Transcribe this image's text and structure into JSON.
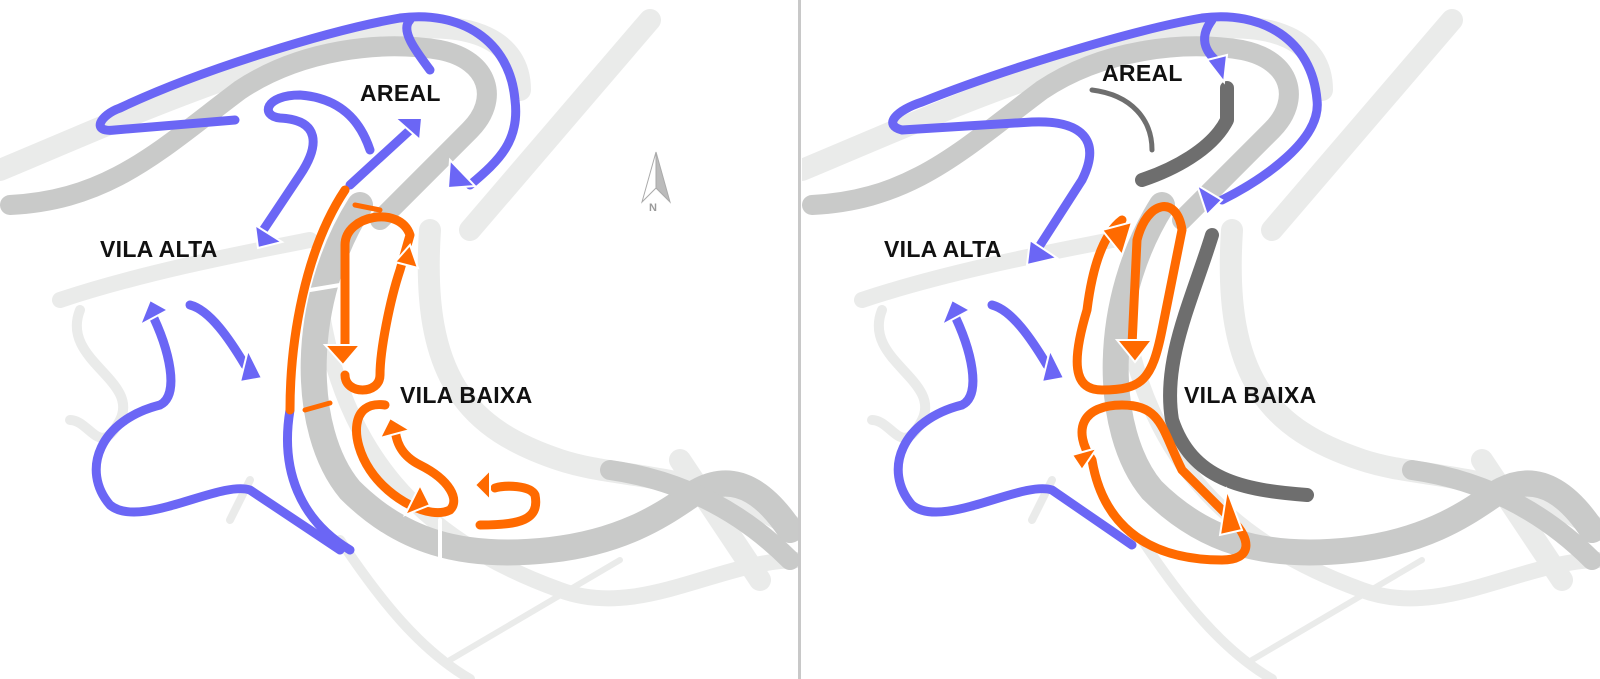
{
  "panels": [
    {
      "id": "left",
      "labels": {
        "areal": "AREAL",
        "vila_alta": "VILA ALTA",
        "vila_baixa": "VILA BAIXA"
      },
      "north_arrow": {
        "letter": "N"
      }
    },
    {
      "id": "right",
      "labels": {
        "areal": "AREAL",
        "vila_alta": "VILA ALTA",
        "vila_baixa": "VILA BAIXA"
      }
    }
  ],
  "colors": {
    "blue_route": "#6b66f5",
    "orange_route": "#ff6a00",
    "dark_road": "#6e6e6e",
    "mid_road": "#c9cac9",
    "light_road": "#e9eae9",
    "divider": "#c8c8c8"
  },
  "icons": {
    "north": "north-arrow-icon",
    "route_arrow": "triangle-arrowhead"
  }
}
